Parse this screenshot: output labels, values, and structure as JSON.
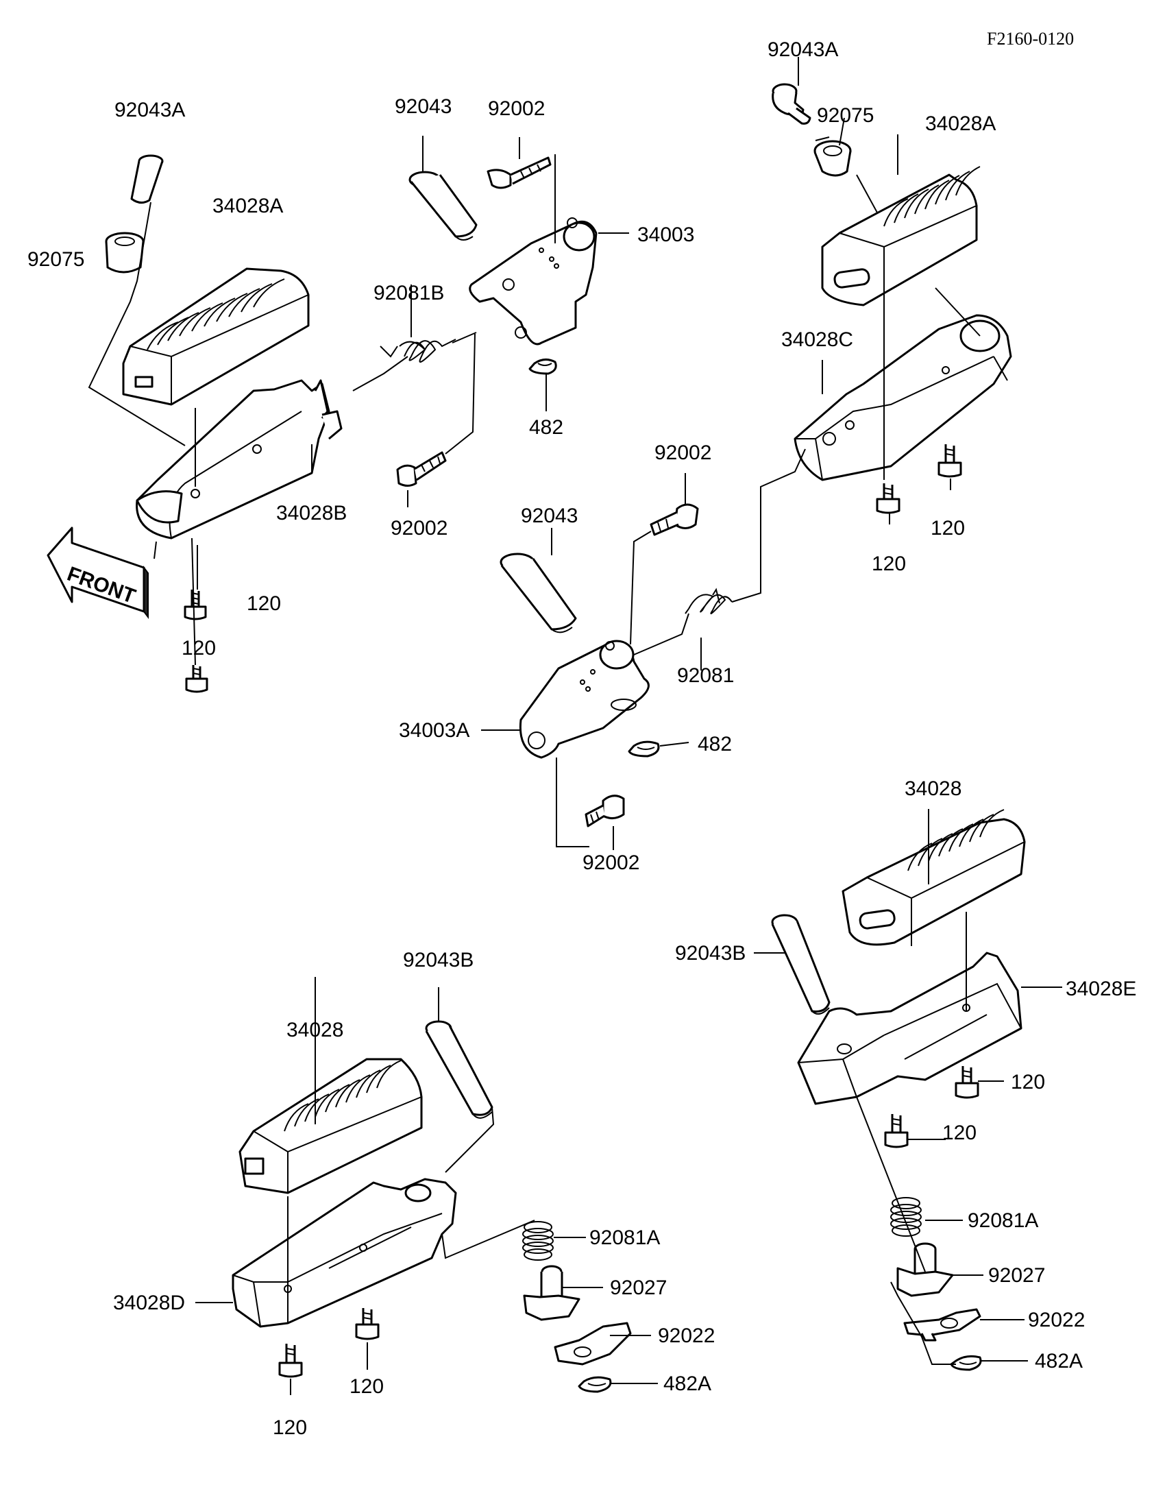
{
  "drawing": {
    "reference": "F2160-0120",
    "front_label": "FRONT"
  },
  "labels": {
    "l_92043A_1": "92043A",
    "l_92075_1": "92075",
    "l_34028A_1": "34028A",
    "l_34028B": "34028B",
    "l_120_a": "120",
    "l_120_b": "120",
    "l_92043_1": "92043",
    "l_92002_1": "92002",
    "l_34003": "34003",
    "l_92081B": "92081B",
    "l_482_1": "482",
    "l_92002_2": "92002",
    "l_92043A_2": "92043A",
    "l_92075_2": "92075",
    "l_34028A_2": "34028A",
    "l_34028C": "34028C",
    "l_120_c": "120",
    "l_120_d": "120",
    "l_92002_3": "92002",
    "l_92043_2": "92043",
    "l_92081": "92081",
    "l_34003A": "34003A",
    "l_482_2": "482",
    "l_92002_4": "92002",
    "l_34028_1": "34028",
    "l_92043B_1": "92043B",
    "l_34028E": "34028E",
    "l_120_e": "120",
    "l_120_f": "120",
    "l_92081A_1": "92081A",
    "l_92027_1": "92027",
    "l_92022_1": "92022",
    "l_482A_1": "482A",
    "l_92043B_2": "92043B",
    "l_34028_2": "34028",
    "l_34028D": "34028D",
    "l_120_g": "120",
    "l_120_h": "120",
    "l_92081A_2": "92081A",
    "l_92027_2": "92027",
    "l_92022_2": "92022",
    "l_482A_2": "482A"
  }
}
